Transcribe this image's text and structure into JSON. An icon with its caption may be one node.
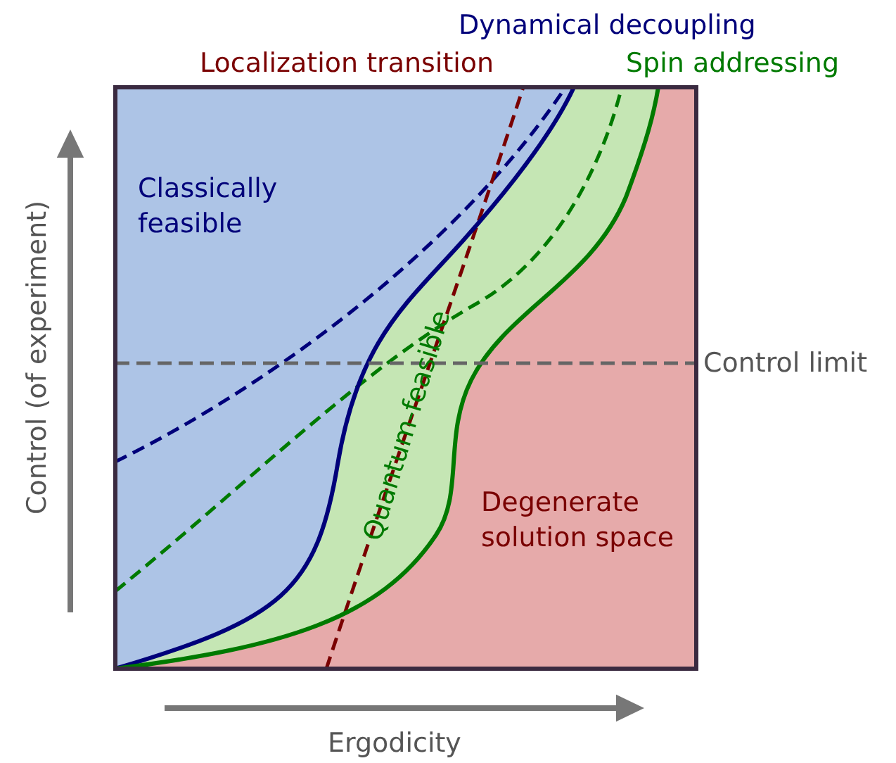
{
  "diagram": {
    "nodes": [
      {
        "text": [
          "Classically feasible"
        ]
      },
      {
        "text": [
          "Quantum-feasible"
        ]
      },
      {
        "text": [
          "Degenerate solution space"
        ]
      }
    ],
    "labels": [
      "Dynamical decoupling",
      "Localization transition",
      "Spin addressing",
      "Control limit",
      "Control (of experiment)",
      "Ergodicity"
    ]
  }
}
